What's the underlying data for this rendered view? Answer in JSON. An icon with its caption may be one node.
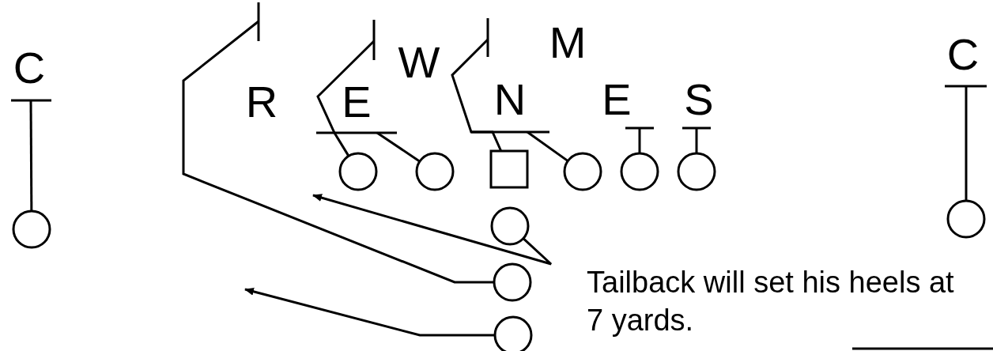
{
  "diagram": {
    "nodes": [
      {
        "text": [],
        "shape": "circle"
      },
      {
        "text": [],
        "shape": "circle"
      },
      {
        "text": [],
        "shape": "circle"
      },
      {
        "text": [],
        "shape": "box"
      },
      {
        "text": [],
        "shape": "circle"
      },
      {
        "text": [],
        "shape": "circle"
      },
      {
        "text": [],
        "shape": "circle"
      },
      {
        "text": [],
        "shape": "circle"
      },
      {
        "text": [],
        "shape": "circle"
      },
      {
        "text": [],
        "shape": "circle"
      },
      {
        "text": [],
        "shape": "circle"
      },
      {
        "text": [
          "C"
        ]
      },
      {
        "text": [
          "C"
        ]
      },
      {
        "text": [
          "E"
        ]
      },
      {
        "text": [
          "N"
        ]
      },
      {
        "text": [
          "E"
        ]
      },
      {
        "text": [
          "S"
        ]
      }
    ],
    "edges": [
      {
        "from": 0,
        "to": 11,
        "arrow": "other"
      },
      {
        "from": 1,
        "to": null,
        "arrow": "other"
      },
      {
        "from": 2,
        "to": 13,
        "arrow": "other"
      },
      {
        "from": 3,
        "to": null,
        "arrow": "other"
      },
      {
        "from": 4,
        "to": 14,
        "arrow": "other"
      },
      {
        "from": 5,
        "to": 15,
        "arrow": "other"
      },
      {
        "from": 6,
        "to": 16,
        "arrow": "other"
      },
      {
        "from": 7,
        "to": null,
        "arrow": "to"
      },
      {
        "from": 8,
        "to": null,
        "arrow": "other"
      },
      {
        "from": 9,
        "to": null,
        "arrow": "to"
      },
      {
        "from": 10,
        "to": 12,
        "arrow": "other"
      }
    ],
    "labels": [
      "M",
      "W",
      "R",
      "Tailback will set his heels at 7 yards."
    ]
  }
}
